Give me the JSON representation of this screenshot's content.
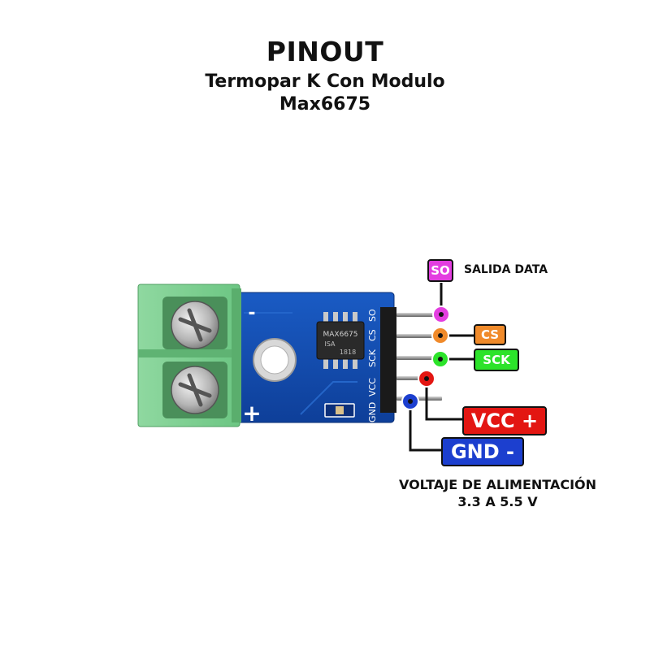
{
  "header": {
    "title": "PINOUT",
    "subtitle_line1": "Termopar K Con Modulo",
    "subtitle_line2": "Max6675"
  },
  "board": {
    "terminal_minus": "-",
    "terminal_plus": "+",
    "chip_text_1": "MAX6675",
    "chip_text_2": "ISA",
    "chip_text_3": "1818",
    "silkscreen_labels": [
      "SO",
      "CS",
      "SCK",
      "VCC",
      "GND"
    ]
  },
  "pins": [
    {
      "id": "so",
      "label": "SO",
      "description": "SALIDA DATA",
      "color": "#e33ee0"
    },
    {
      "id": "cs",
      "label": "CS",
      "color": "#f08a2a"
    },
    {
      "id": "sck",
      "label": "SCK",
      "color": "#2ce32a"
    },
    {
      "id": "vcc",
      "label": "VCC +",
      "color": "#e31612"
    },
    {
      "id": "gnd",
      "label": "GND -",
      "color": "#1c3fcf"
    }
  ],
  "power_note": {
    "line1": "VOLTAJE DE ALIMENTACIÓN",
    "line2": "3.3 A 5.5 V"
  }
}
